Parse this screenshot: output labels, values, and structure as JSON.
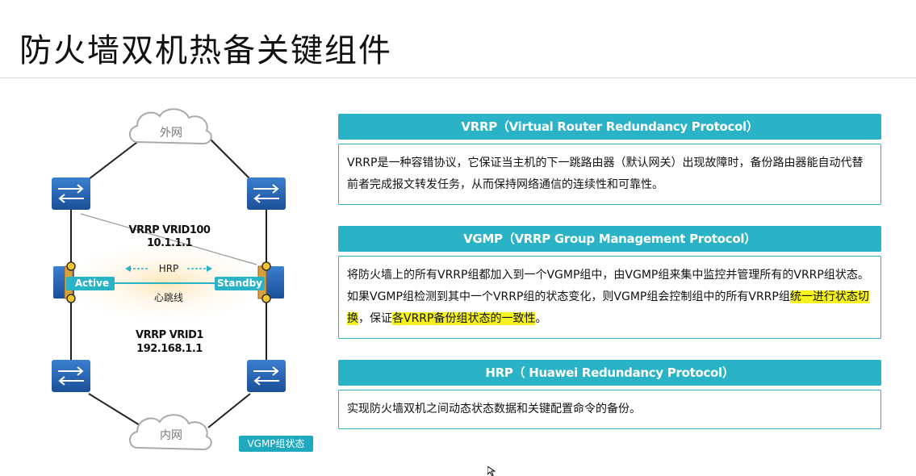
{
  "title": "防火墙双机热备关键组件",
  "diagram": {
    "cloud_top": "外网",
    "cloud_bottom": "内网",
    "vrrp_top_line1": "VRRP VRID100",
    "vrrp_top_line2": "10.1.1.1",
    "hrp_label": "HRP",
    "heartbeat_label": "心跳线",
    "active_label": "Active",
    "standby_label": "Standby",
    "vrrp_bottom_line1": "VRRP VRID1",
    "vrrp_bottom_line2": "192.168.1.1",
    "state_tag": "VGMP组状态"
  },
  "sections": [
    {
      "header": "VRRP（Virtual Router Redundancy Protocol）",
      "body": "VRRP是一种容错协议，它保证当主机的下一跳路由器（默认网关）出现故障时，备份路由器能自动代替前者完成报文转发任务，从而保持网络通信的连续性和可靠性。"
    },
    {
      "header": "VGMP（VRRP Group Management Protocol）",
      "body_part1": "将防火墙上的所有VRRP组都加入到一个VGMP组中，由VGMP组来集中监控并管理所有的VRRP组状态。如果VGMP组检测到其中一个VRRP组的状态变化，则VGMP组会控制组中的所有VRRP组",
      "body_hl1": "统一进行状态切换",
      "body_part2": "，保证",
      "body_hl2": "各VRRP备份组状态的一致性",
      "body_part3": "。"
    },
    {
      "header": "HRP（ Huawei Redundancy Protocol）",
      "body": "实现防火墙双机之间动态状态数据和关键配置命令的备份。"
    }
  ],
  "colors": {
    "accent": "#2ab3c6",
    "device": "#1f5fb0",
    "highlight": "#f5f220",
    "firewall_port": "#d9a03a"
  }
}
